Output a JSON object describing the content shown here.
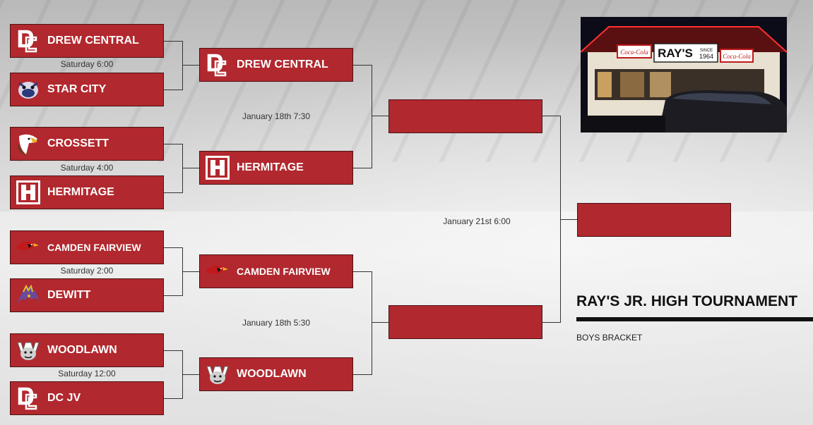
{
  "round1": [
    {
      "name": "DREW CENTRAL",
      "logo": "dc-logo-icon"
    },
    {
      "name": "STAR CITY",
      "logo": "bulldog-logo-icon"
    },
    {
      "name": "CROSSETT",
      "logo": "eagle-logo-icon"
    },
    {
      "name": "HERMITAGE",
      "logo": "h-logo-icon"
    },
    {
      "name": "CAMDEN FAIRVIEW",
      "logo": "cardinal-logo-icon"
    },
    {
      "name": "DEWITT",
      "logo": "dragon-logo-icon"
    },
    {
      "name": "WOODLAWN",
      "logo": "w-bulldog-logo-icon"
    },
    {
      "name": "DC JV",
      "logo": "dc-logo-icon"
    }
  ],
  "round1_times": [
    "Saturday 6:00",
    "Saturday 4:00",
    "Saturday 2:00",
    "Saturday 12:00"
  ],
  "round2": [
    {
      "name": "DREW CENTRAL",
      "logo": "dc-logo-icon"
    },
    {
      "name": "HERMITAGE",
      "logo": "h-logo-icon"
    },
    {
      "name": "CAMDEN FAIRVIEW",
      "logo": "cardinal-logo-icon"
    },
    {
      "name": "WOODLAWN",
      "logo": "w-bulldog-logo-icon"
    }
  ],
  "round2_times": [
    "January 18th 7:30",
    "January 18th 5:30"
  ],
  "final_time": "January 21st 6:00",
  "photo": {
    "sign": "RAY'S",
    "since": "SINCE",
    "year": "1964",
    "cola": "Coca-Cola"
  },
  "tournament_title": "RAY'S JR. HIGH TOURNAMENT",
  "bracket_label": "BOYS BRACKET",
  "colors": {
    "team_box": "#b1282e",
    "line": "#333333"
  }
}
